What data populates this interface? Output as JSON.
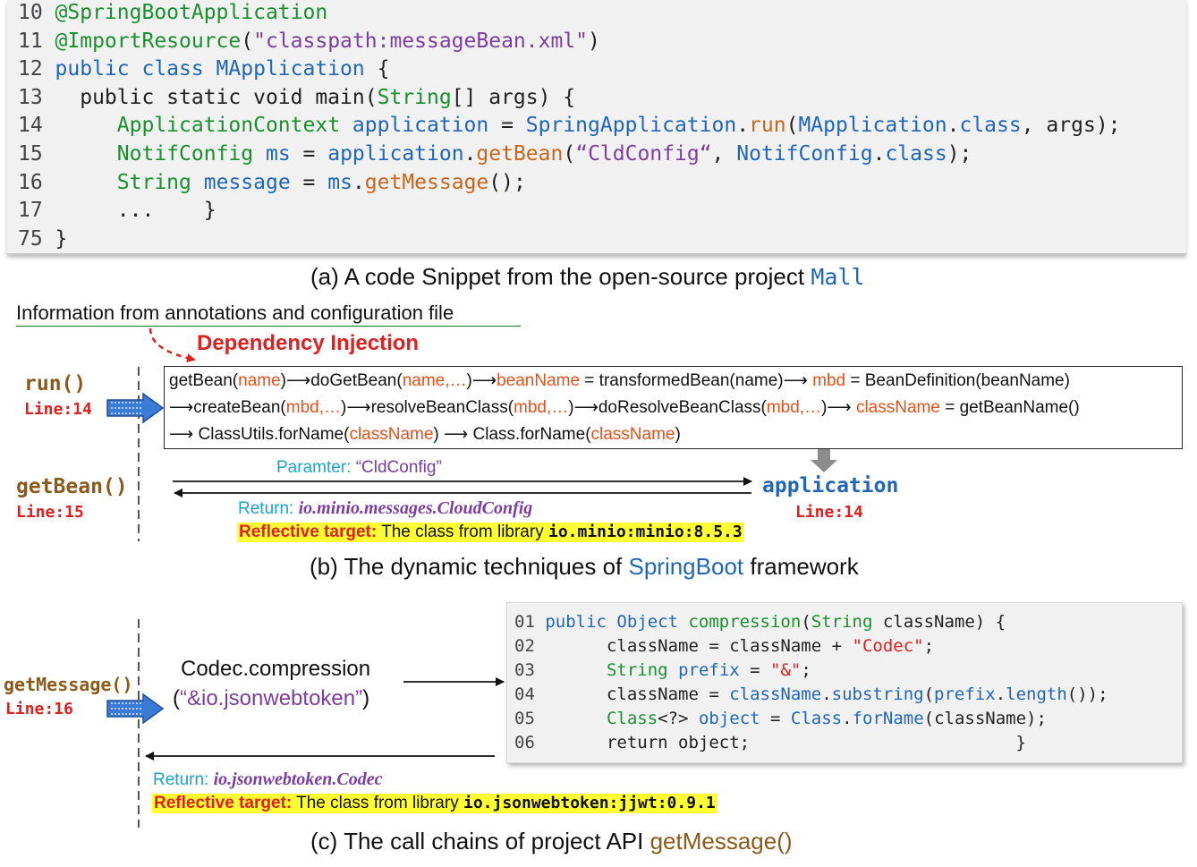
{
  "snippet_a": {
    "lines": [
      {
        "num": "10",
        "parts": [
          {
            "t": "@SpringBootApplication",
            "c": "g"
          }
        ]
      },
      {
        "num": "11",
        "parts": [
          {
            "t": "@ImportResource",
            "c": "g"
          },
          {
            "t": "(",
            "c": ""
          },
          {
            "t": "\"classpath:messageBean.xml\"",
            "c": "p"
          },
          {
            "t": ")",
            "c": ""
          }
        ]
      },
      {
        "num": "12",
        "parts": [
          {
            "t": "public class MApplication",
            "c": "b"
          },
          {
            "t": " {",
            "c": ""
          }
        ]
      },
      {
        "num": "13",
        "parts": [
          {
            "t": "  public static void main(",
            "c": ""
          },
          {
            "t": "String",
            "c": "g"
          },
          {
            "t": "[] args) {",
            "c": ""
          }
        ]
      },
      {
        "num": "14",
        "parts": [
          {
            "t": "     ",
            "c": ""
          },
          {
            "t": "ApplicationContext",
            "c": "g"
          },
          {
            "t": " ",
            "c": ""
          },
          {
            "t": "application",
            "c": "b"
          },
          {
            "t": " = ",
            "c": ""
          },
          {
            "t": "SpringApplication",
            "c": "b"
          },
          {
            "t": ".",
            "c": ""
          },
          {
            "t": "run",
            "c": "o"
          },
          {
            "t": "(",
            "c": ""
          },
          {
            "t": "MApplication",
            "c": "b"
          },
          {
            "t": ".",
            "c": ""
          },
          {
            "t": "class",
            "c": "b"
          },
          {
            "t": ", args);",
            "c": ""
          }
        ]
      },
      {
        "num": "15",
        "parts": [
          {
            "t": "     ",
            "c": ""
          },
          {
            "t": "NotifConfig",
            "c": "g"
          },
          {
            "t": " ",
            "c": ""
          },
          {
            "t": "ms",
            "c": "b"
          },
          {
            "t": " = ",
            "c": ""
          },
          {
            "t": "application",
            "c": "b"
          },
          {
            "t": ".",
            "c": ""
          },
          {
            "t": "getBean",
            "c": "o"
          },
          {
            "t": "(",
            "c": ""
          },
          {
            "t": "“CldConfig“",
            "c": "p"
          },
          {
            "t": ", ",
            "c": ""
          },
          {
            "t": "NotifConfig",
            "c": "b"
          },
          {
            "t": ".",
            "c": ""
          },
          {
            "t": "class",
            "c": "b"
          },
          {
            "t": ");",
            "c": ""
          }
        ]
      },
      {
        "num": "16",
        "parts": [
          {
            "t": "     ",
            "c": ""
          },
          {
            "t": "String",
            "c": "g"
          },
          {
            "t": " ",
            "c": ""
          },
          {
            "t": "message",
            "c": "b"
          },
          {
            "t": " = ",
            "c": ""
          },
          {
            "t": "ms",
            "c": "b"
          },
          {
            "t": ".",
            "c": ""
          },
          {
            "t": "getMessage",
            "c": "o"
          },
          {
            "t": "();",
            "c": ""
          }
        ]
      },
      {
        "num": "17",
        "parts": [
          {
            "t": "     ...    }",
            "c": ""
          }
        ]
      },
      {
        "num": "75",
        "parts": [
          {
            "t": "}",
            "c": ""
          }
        ]
      }
    ]
  },
  "caption_a": {
    "text": "(a) A code Snippet from the open-source project ",
    "project": "Mall"
  },
  "annotation": {
    "info": "Information from annotations and configuration file",
    "di": "Dependency Injection"
  },
  "run_label": {
    "method": "run()",
    "line": "Line:14"
  },
  "chain": {
    "rows": [
      [
        {
          "t": "getBean(",
          "c": ""
        },
        {
          "t": "name",
          "c": "orr"
        },
        {
          "t": ")⟶doGetBean(",
          "c": ""
        },
        {
          "t": "name,…",
          "c": "orr"
        },
        {
          "t": ")⟶",
          "c": ""
        },
        {
          "t": "beanName",
          "c": "orr"
        },
        {
          "t": " = transformedBean(name)⟶ ",
          "c": ""
        },
        {
          "t": "mbd",
          "c": "orr"
        },
        {
          "t": " = BeanDefinition(beanName)",
          "c": ""
        }
      ],
      [
        {
          "t": "⟶createBean(",
          "c": ""
        },
        {
          "t": "mbd,…",
          "c": "orr"
        },
        {
          "t": ")⟶resolveBeanClass(",
          "c": ""
        },
        {
          "t": "mbd,…",
          "c": "orr"
        },
        {
          "t": ")⟶doResolveBeanClass(",
          "c": ""
        },
        {
          "t": "mbd,…",
          "c": "orr"
        },
        {
          "t": ")⟶ ",
          "c": ""
        },
        {
          "t": "className",
          "c": "orr"
        },
        {
          "t": " = getBeanName()",
          "c": ""
        }
      ],
      [
        {
          "t": "⟶ ClassUtils.forName(",
          "c": ""
        },
        {
          "t": "className",
          "c": "orr"
        },
        {
          "t": ") ⟶  Class.forName(",
          "c": ""
        },
        {
          "t": "className",
          "c": "orr"
        },
        {
          "t": ")",
          "c": ""
        }
      ]
    ]
  },
  "getbean_label": {
    "method": "getBean()",
    "line": "Line:15"
  },
  "param": {
    "label": "Paramter: ",
    "value": "“CldConfig”"
  },
  "application_label": {
    "name": "application",
    "line": "Line:14"
  },
  "return_b": {
    "label": "Return: ",
    "value": "io.minio.messages.CloudConfig"
  },
  "reflective_b": {
    "label": "Reflective target:",
    "text": " The class from library ",
    "lib": "io.minio:minio:8.5.3"
  },
  "caption_b": {
    "pre": "(b) The dynamic techniques of ",
    "fw": "SpringBoot",
    "post": " framework"
  },
  "snippet_c": {
    "lines": [
      {
        "num": "01",
        "parts": [
          {
            "t": "public Object ",
            "c": "b"
          },
          {
            "t": "compression",
            "c": "g"
          },
          {
            "t": "(",
            "c": ""
          },
          {
            "t": "String",
            "c": "g"
          },
          {
            "t": " className) {",
            "c": ""
          }
        ]
      },
      {
        "num": "02",
        "parts": [
          {
            "t": "      className = className + ",
            "c": ""
          },
          {
            "t": "\"Codec\"",
            "c": "r"
          },
          {
            "t": ";",
            "c": ""
          }
        ]
      },
      {
        "num": "03",
        "parts": [
          {
            "t": "      ",
            "c": ""
          },
          {
            "t": "String",
            "c": "g"
          },
          {
            "t": " ",
            "c": ""
          },
          {
            "t": "prefix",
            "c": "b"
          },
          {
            "t": " = ",
            "c": ""
          },
          {
            "t": "\"&\"",
            "c": "r"
          },
          {
            "t": ";",
            "c": ""
          }
        ]
      },
      {
        "num": "04",
        "parts": [
          {
            "t": "      className = ",
            "c": ""
          },
          {
            "t": "className",
            "c": "b"
          },
          {
            "t": ".",
            "c": ""
          },
          {
            "t": "substring",
            "c": "b"
          },
          {
            "t": "(",
            "c": ""
          },
          {
            "t": "prefix",
            "c": "b"
          },
          {
            "t": ".",
            "c": ""
          },
          {
            "t": "length",
            "c": "b"
          },
          {
            "t": "());",
            "c": ""
          }
        ]
      },
      {
        "num": "05",
        "parts": [
          {
            "t": "      ",
            "c": ""
          },
          {
            "t": "Class",
            "c": "g"
          },
          {
            "t": "<?> ",
            "c": ""
          },
          {
            "t": "object",
            "c": "b"
          },
          {
            "t": " = ",
            "c": ""
          },
          {
            "t": "Class",
            "c": "b"
          },
          {
            "t": ".",
            "c": ""
          },
          {
            "t": "forName",
            "c": "b"
          },
          {
            "t": "(className);",
            "c": ""
          }
        ]
      },
      {
        "num": "06",
        "parts": [
          {
            "t": "      return object;                          }",
            "c": ""
          }
        ]
      }
    ]
  },
  "getmessage_label": {
    "method": "getMessage()",
    "line": "Line:16"
  },
  "codec_call": {
    "line1": "Codec.compression",
    "open": "(",
    "arg": "“&io.jsonwebtoken”",
    "close": ")"
  },
  "return_c": {
    "label": "Return: ",
    "value": "io.jsonwebtoken.Codec"
  },
  "reflective_c": {
    "label": "Reflective target:",
    "text": " The class from library ",
    "lib": "io.jsonwebtoken:jjwt:0.9.1"
  },
  "caption_c": {
    "pre": "(c) The call chains of project API ",
    "api": "getMessage()"
  },
  "colors": {
    "green": "#1a8f2e",
    "blue": "#1f66b8",
    "orange": "#c8651b",
    "purple": "#7b3da0",
    "red": "#e02020",
    "highlight": "#ffff33"
  }
}
